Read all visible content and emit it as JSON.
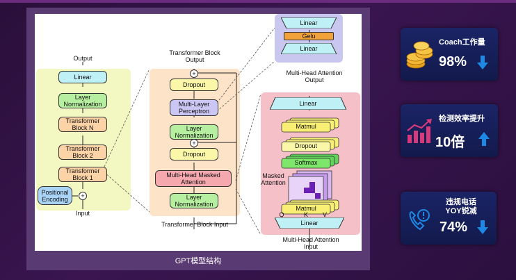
{
  "caption": "GPT模型结构",
  "diagram": {
    "left_stack": {
      "output": "Output",
      "input": "Input",
      "linear": "Linear",
      "layer_norm": "Layer Normalization",
      "block_n": "Transformer Block N",
      "block_2": "Transformer Block 2",
      "block_1": "Transformer Block 1",
      "positional": "Positional Encoding",
      "ellipsis": "⋮",
      "plus": "+"
    },
    "block": {
      "output_label": "Transformer Block Output",
      "input_label": "Transformer Block Input",
      "dropout_top": "Dropout",
      "mlp": "Multi-Layer Perceptron",
      "layer_norm_top": "Layer Normalization",
      "dropout_mid": "Dropout",
      "mha": "Multi-Head Masked Attention",
      "layer_norm_bottom": "Layer Normalization",
      "plus": "+"
    },
    "mlp_detail": {
      "linear_top": "Linear",
      "gelu": "Gelu",
      "linear_bottom": "Linear"
    },
    "attention": {
      "output_label": "Multi-Head Attention Output",
      "input_label": "Multi-Head Attention Input",
      "linear_top": "Linear",
      "matmul_top": "Matmul",
      "dropout": "Dropout",
      "softmax": "Softmax",
      "masked": "Masked Attention",
      "matmul_bottom": "Matmul",
      "linear_bottom": "Linear",
      "q": "Q",
      "k": "K",
      "v": "V"
    }
  },
  "metrics": [
    {
      "title": "Coach工作量",
      "value": "98%",
      "direction": "down",
      "icon": "coins-icon"
    },
    {
      "title": "检测效率提升",
      "value": "10倍",
      "direction": "up",
      "icon": "bar-chart-icon"
    },
    {
      "title": "违规电话 YOY锐减",
      "value": "74%",
      "direction": "down",
      "icon": "phone-alert-icon"
    }
  ],
  "colors": {
    "arrow": "#1e88e5",
    "card": "#16205a",
    "background": "#2e1142"
  }
}
